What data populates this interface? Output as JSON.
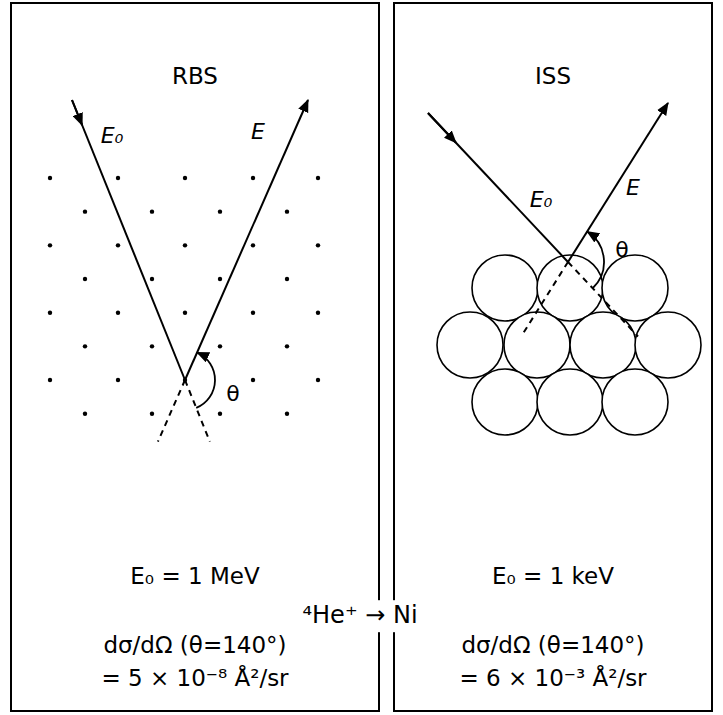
{
  "diagram": {
    "nodes": [
      {
        "text": [
          "RBS",
          "E₀ = 1 MeV",
          "dσ/dΩ (θ=140°) = 5 × 10⁻⁸ Å²/sr"
        ]
      },
      {
        "text": [
          "ISS",
          "E₀ = 1 keV",
          "dσ/dΩ (θ=140°) = 6 × 10⁻³ Å²/sr"
        ]
      }
    ],
    "labels": [
      "⁴He⁺ → Ni",
      "E₀",
      "E",
      "θ",
      "E₀",
      "E",
      "θ"
    ]
  }
}
